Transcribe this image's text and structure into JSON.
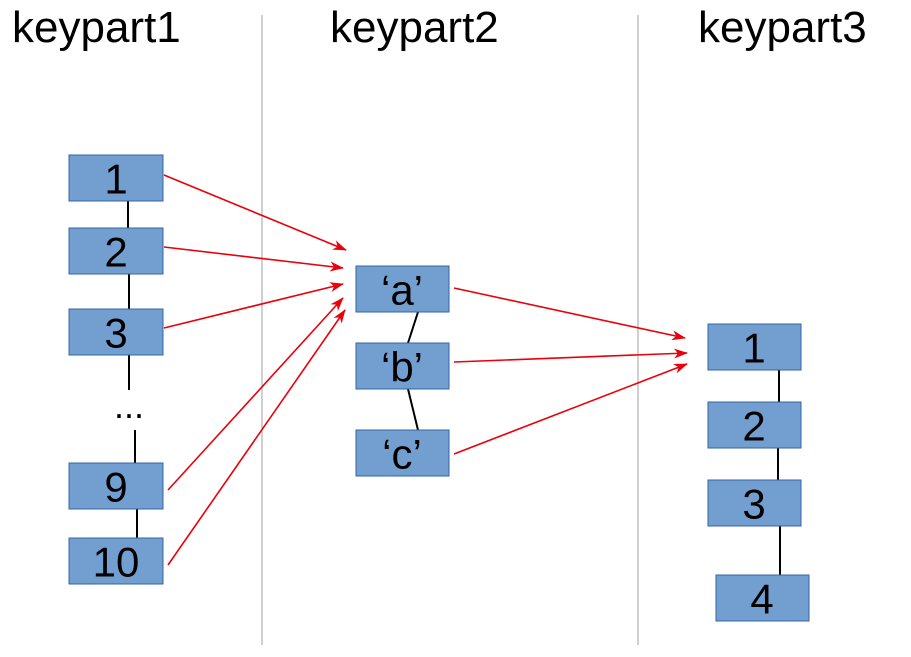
{
  "columns": [
    {
      "id": "kp1",
      "title": "keypart1"
    },
    {
      "id": "kp2",
      "title": "keypart2"
    },
    {
      "id": "kp3",
      "title": "keypart3"
    }
  ],
  "keypart1": {
    "nodes": [
      "1",
      "2",
      "3",
      "9",
      "10"
    ],
    "ellipsis": "..."
  },
  "keypart2": {
    "nodes": [
      "‘a’",
      "‘b’",
      "‘c’"
    ]
  },
  "keypart3": {
    "nodes": [
      "1",
      "2",
      "3",
      "4"
    ]
  },
  "colors": {
    "node_fill": "#729fcf",
    "node_border": "#3465a4",
    "arrow": "#e8000b",
    "divider": "#b0b0b0"
  }
}
